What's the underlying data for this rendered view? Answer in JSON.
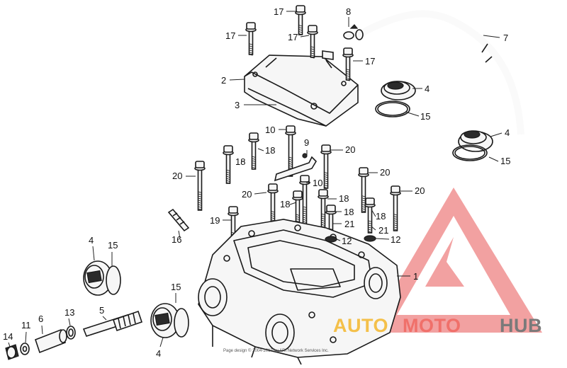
{
  "callouts": [
    {
      "id": "c17a",
      "text": "17"
    },
    {
      "id": "c8",
      "text": "8"
    },
    {
      "id": "c17b",
      "text": "17"
    },
    {
      "id": "c17c",
      "text": "17"
    },
    {
      "id": "c7",
      "text": "7"
    },
    {
      "id": "c17d",
      "text": "17"
    },
    {
      "id": "c2",
      "text": "2"
    },
    {
      "id": "c4a",
      "text": "4"
    },
    {
      "id": "c3",
      "text": "3"
    },
    {
      "id": "c15a",
      "text": "15"
    },
    {
      "id": "c10a",
      "text": "10"
    },
    {
      "id": "c4b",
      "text": "4"
    },
    {
      "id": "c9",
      "text": "9"
    },
    {
      "id": "c18a",
      "text": "18"
    },
    {
      "id": "c20a",
      "text": "20"
    },
    {
      "id": "c18b",
      "text": "18"
    },
    {
      "id": "c15b",
      "text": "15"
    },
    {
      "id": "c20b",
      "text": "20"
    },
    {
      "id": "c20c",
      "text": "20"
    },
    {
      "id": "c10b",
      "text": "10"
    },
    {
      "id": "c20d",
      "text": "20"
    },
    {
      "id": "c20e",
      "text": "20"
    },
    {
      "id": "c18c",
      "text": "18"
    },
    {
      "id": "c18d",
      "text": "18"
    },
    {
      "id": "c18e",
      "text": "18"
    },
    {
      "id": "c19",
      "text": "19"
    },
    {
      "id": "c21a",
      "text": "21"
    },
    {
      "id": "c18f",
      "text": "18"
    },
    {
      "id": "c16",
      "text": "16"
    },
    {
      "id": "c21b",
      "text": "21"
    },
    {
      "id": "c12a",
      "text": "12"
    },
    {
      "id": "c12b",
      "text": "12"
    },
    {
      "id": "c4c",
      "text": "4"
    },
    {
      "id": "c15c",
      "text": "15"
    },
    {
      "id": "c1",
      "text": "1"
    },
    {
      "id": "c15d",
      "text": "15"
    },
    {
      "id": "c14",
      "text": "14"
    },
    {
      "id": "c11",
      "text": "11"
    },
    {
      "id": "c6",
      "text": "6"
    },
    {
      "id": "c13",
      "text": "13"
    },
    {
      "id": "c5",
      "text": "5"
    },
    {
      "id": "c4d",
      "text": "4"
    }
  ],
  "watermark": {
    "word1": "AUTO",
    "word2": "MOTO",
    "word3": "HUB",
    "color_tri": "#f08a8a",
    "color_auto": "#f4c04a",
    "color_moto": "#f0706a",
    "color_hub": "#7a7a7a"
  },
  "footer_note": "Page design © 2004-2017 by ARI Network Services Inc."
}
